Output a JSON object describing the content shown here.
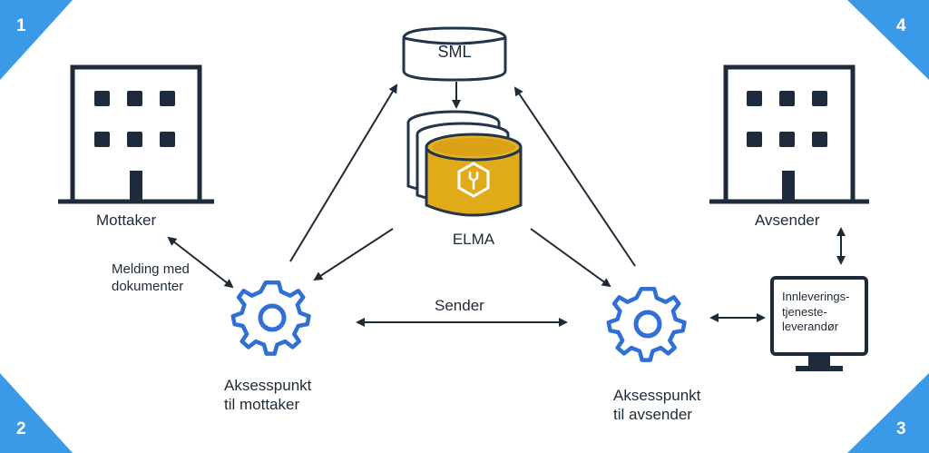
{
  "corners": {
    "top_left": "1",
    "bottom_left": "2",
    "bottom_right": "3",
    "top_right": "4"
  },
  "nodes": {
    "sml": "SML",
    "elma": "ELMA",
    "receiver": "Mottaker",
    "sender": "Avsender",
    "receiver_ap_line1": "Aksesspunkt",
    "receiver_ap_line2": "til mottaker",
    "sender_ap_line1": "Aksesspunkt",
    "sender_ap_line2": "til avsender",
    "provider_line1": "Innleverings-",
    "provider_line2": "tjeneste-",
    "provider_line3": "leverandør"
  },
  "edges": {
    "message_line1": "Melding med",
    "message_line2": "dokumenter",
    "send": "Sender"
  },
  "colors": {
    "corner_blue": "#3a9ae8",
    "outline": "#23354a",
    "building": "#1e2b3d",
    "gear": "#2f6fd6",
    "elma_gold": "#e0aa18",
    "elma_gold_dark": "#a77a07"
  }
}
